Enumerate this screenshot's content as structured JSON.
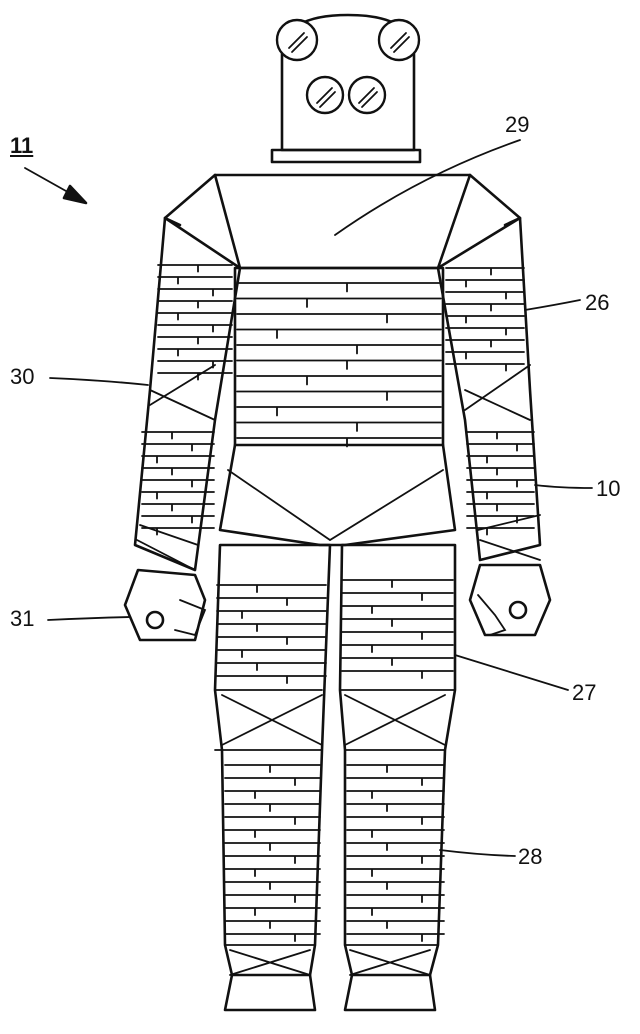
{
  "labels": {
    "l11": "11",
    "l29": "29",
    "l26": "26",
    "l30": "30",
    "l10": "10",
    "l31": "31",
    "l27": "27",
    "l28": "28"
  },
  "colors": {
    "ink": "#111111",
    "paper": "#ffffff"
  }
}
